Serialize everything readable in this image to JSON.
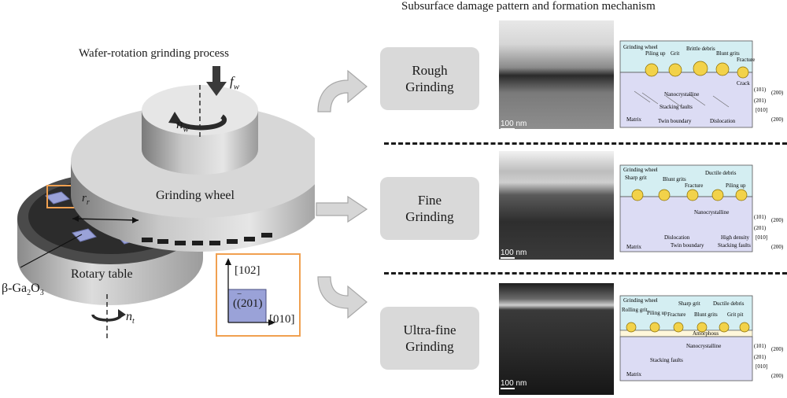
{
  "left": {
    "title": "Wafer-rotation grinding process",
    "feed_label": "f",
    "feed_sub": "w",
    "wheel_speed_label": "n",
    "wheel_speed_sub": "w",
    "wheel_label": "Grinding wheel",
    "radius_label": "r",
    "radius_sub": "r",
    "table_label": "Rotary table",
    "table_speed_label": "n",
    "table_speed_sub": "t",
    "material_label": "β-Ga",
    "material_sub1": "2",
    "material_mid": "O",
    "material_sub2": "3",
    "orientation": {
      "up": "[102]",
      "right": "[010]",
      "face": "(201)",
      "bar": "−"
    }
  },
  "right": {
    "title": "Subsurface damage pattern and formation mechanism",
    "stages": [
      {
        "line1": "Rough",
        "line2": "Grinding",
        "scale": "100 nm"
      },
      {
        "line1": "Fine",
        "line2": "Grinding",
        "scale": "100 nm"
      },
      {
        "line1": "Ultra-fine",
        "line2": "Grinding",
        "scale": "100 nm"
      }
    ],
    "schematics": [
      {
        "top_labels": [
          "Grinding wheel",
          "Piling up",
          "Grit",
          "Brittle debris",
          "Blunt grits",
          "Fracture"
        ],
        "mid_labels": [
          "Crack",
          "Nanocrystalline",
          "Stacking faults"
        ],
        "bottom_labels": [
          "Matrix",
          "Twin boundary",
          "Dislocation"
        ],
        "axes": [
          "(101)",
          "(200)",
          "(201)",
          "[010]",
          "(200)"
        ]
      },
      {
        "top_labels": [
          "Grinding wheel",
          "Sharp grit",
          "Blunt grits",
          "Ductile debris",
          "Fracture",
          "Piling up"
        ],
        "mid_labels": [
          "Nanocrystalline",
          "Dislocation",
          "High density"
        ],
        "bottom_labels": [
          "Matrix",
          "Twin boundary",
          "Stacking faults"
        ],
        "axes": [
          "(101)",
          "(200)",
          "(201)",
          "[010]",
          "(200)"
        ]
      },
      {
        "top_labels": [
          "Grinding wheel",
          "Rolling grit",
          "Piling up",
          "Sharp grit",
          "Fracture",
          "Blunt grits",
          "Ductile debris",
          "Grit pit"
        ],
        "mid_labels": [
          "Amorphous",
          "Nanocrystalline",
          "Stacking faults"
        ],
        "bottom_labels": [
          "Matrix"
        ],
        "axes": [
          "(101)",
          "(200)",
          "(201)",
          "[010]",
          "(200)"
        ]
      }
    ]
  },
  "colors": {
    "stage_box": "#d9d9d9",
    "orientation_border": "#f0a050",
    "crystal_face": "#9aa2d8",
    "wheel_zone": "#d4eef2",
    "matrix_zone": "#dcdcf4",
    "grit": "#f2d24a"
  }
}
